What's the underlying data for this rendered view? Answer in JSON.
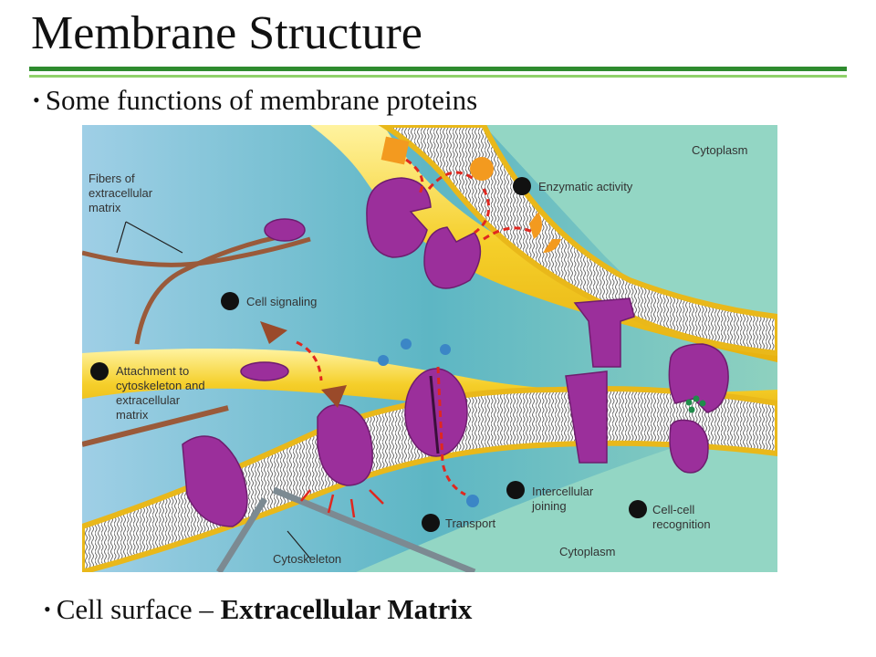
{
  "header": {
    "title": "Membrane Structure",
    "bullet1": "Some functions of membrane proteins"
  },
  "figure": {
    "labels": {
      "fibers_line1": "Fibers of",
      "fibers_line2": "extracellular",
      "fibers_line3": "matrix",
      "cytoplasm_top": "Cytoplasm",
      "enzymatic": "Enzymatic activity",
      "cell_signaling": "Cell signaling",
      "attach_line1": "Attachment to",
      "attach_line2": "cytoskeleton and",
      "attach_line3": "extracellular",
      "attach_line4": "matrix",
      "intercellular_line1": "Intercellular",
      "intercellular_line2": "joining",
      "cellcell_line1": "Cell-cell",
      "cellcell_line2": "recognition",
      "transport": "Transport",
      "cytoskeleton": "Cytoskeleton",
      "cytoplasm_bottom": "Cytoplasm"
    },
    "colors": {
      "protein": "#9b2f9b",
      "membrane_yellow": "#f2c21b",
      "extracellular_blue": "#a9d3e6",
      "cytoplasm_green": "#8ed1bf",
      "fiber_brown": "#9a5a3a"
    }
  },
  "footer": {
    "bullet2_normal": "Cell surface – ",
    "bullet2_bold": "Extracellular Matrix"
  }
}
